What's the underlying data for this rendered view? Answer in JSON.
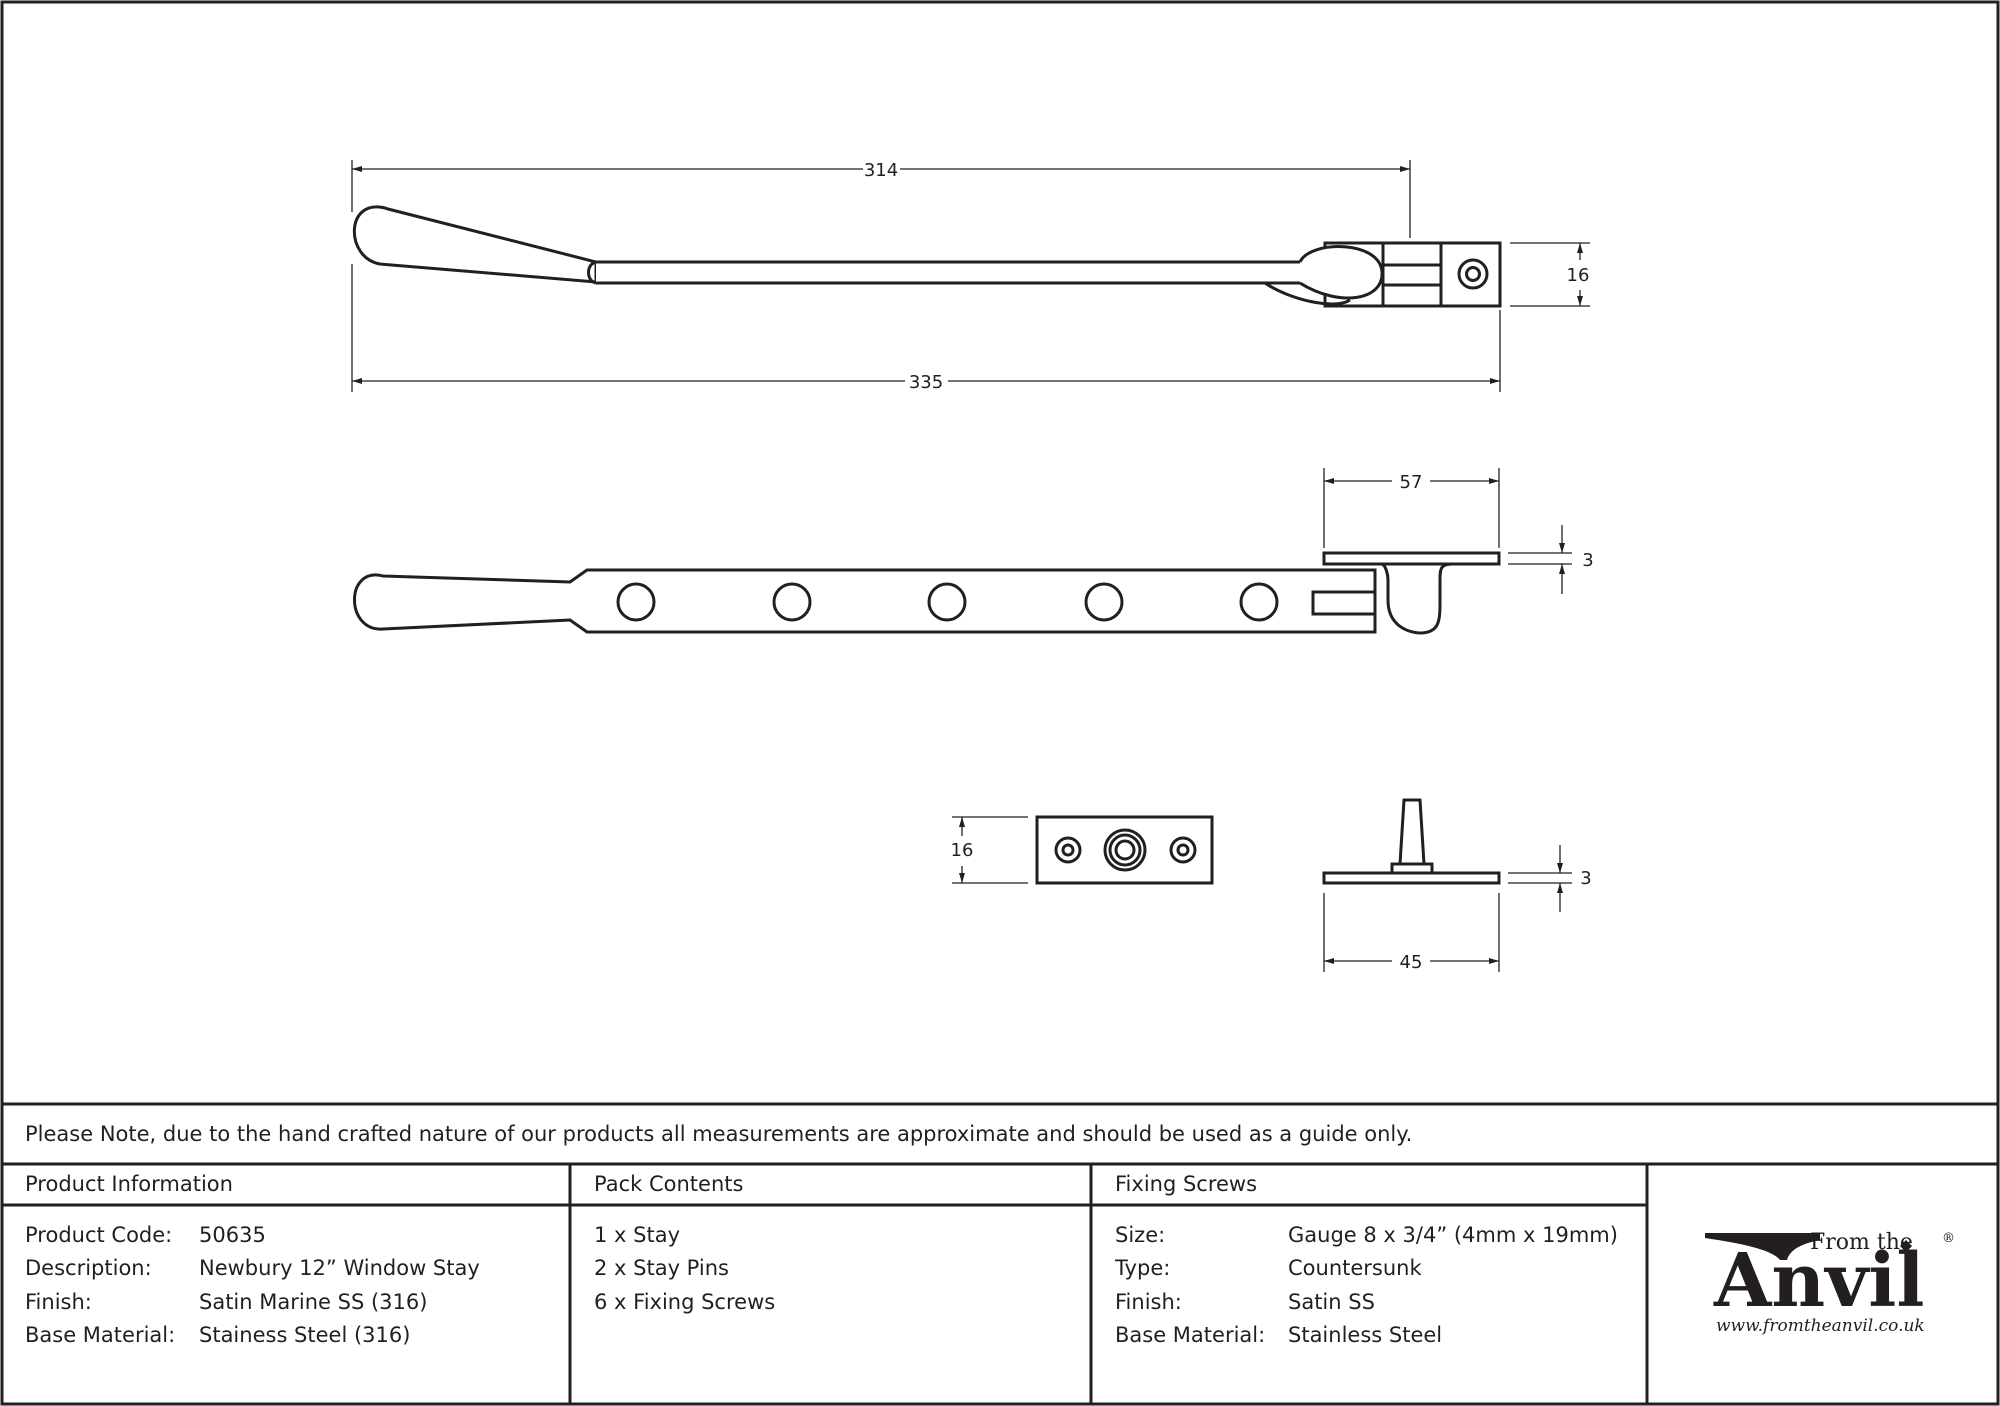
{
  "drawing": {
    "top_view": {
      "length_overall": "314",
      "length_total": "335",
      "height": "16"
    },
    "side_view": {
      "bracket_width": "57",
      "plate_thickness": "3"
    },
    "pin_plate_top": {
      "height": "16"
    },
    "pin_side": {
      "plate_thickness": "3",
      "plate_width": "45"
    }
  },
  "note": "Please Note, due to the hand crafted nature of our products all measurements are approximate and should be used as a guide only.",
  "product_info": {
    "header": "Product Information",
    "rows": [
      {
        "label": "Product Code:",
        "value": "50635"
      },
      {
        "label": "Description:",
        "value": "Newbury 12” Window Stay"
      },
      {
        "label": "Finish:",
        "value": "Satin Marine SS (316)"
      },
      {
        "label": "Base Material:",
        "value": "Stainess Steel (316)"
      }
    ]
  },
  "pack_contents": {
    "header": "Pack Contents",
    "items": [
      "1 x Stay",
      "2 x Stay Pins",
      "6 x Fixing Screws"
    ]
  },
  "fixing_screws": {
    "header": "Fixing Screws",
    "rows": [
      {
        "label": "Size:",
        "value": "Gauge 8 x 3/4” (4mm x 19mm)"
      },
      {
        "label": "Type:",
        "value": "Countersunk"
      },
      {
        "label": "Finish:",
        "value": "Satin SS"
      },
      {
        "label": "Base Material:",
        "value": "Stainless Steel"
      }
    ]
  },
  "logo": {
    "from_the": "From the",
    "brand": "Anvil",
    "registered": "®",
    "url": "www.fromtheanvil.co.uk"
  },
  "colors": {
    "ink": "#231f20",
    "paper": "#ffffff"
  }
}
